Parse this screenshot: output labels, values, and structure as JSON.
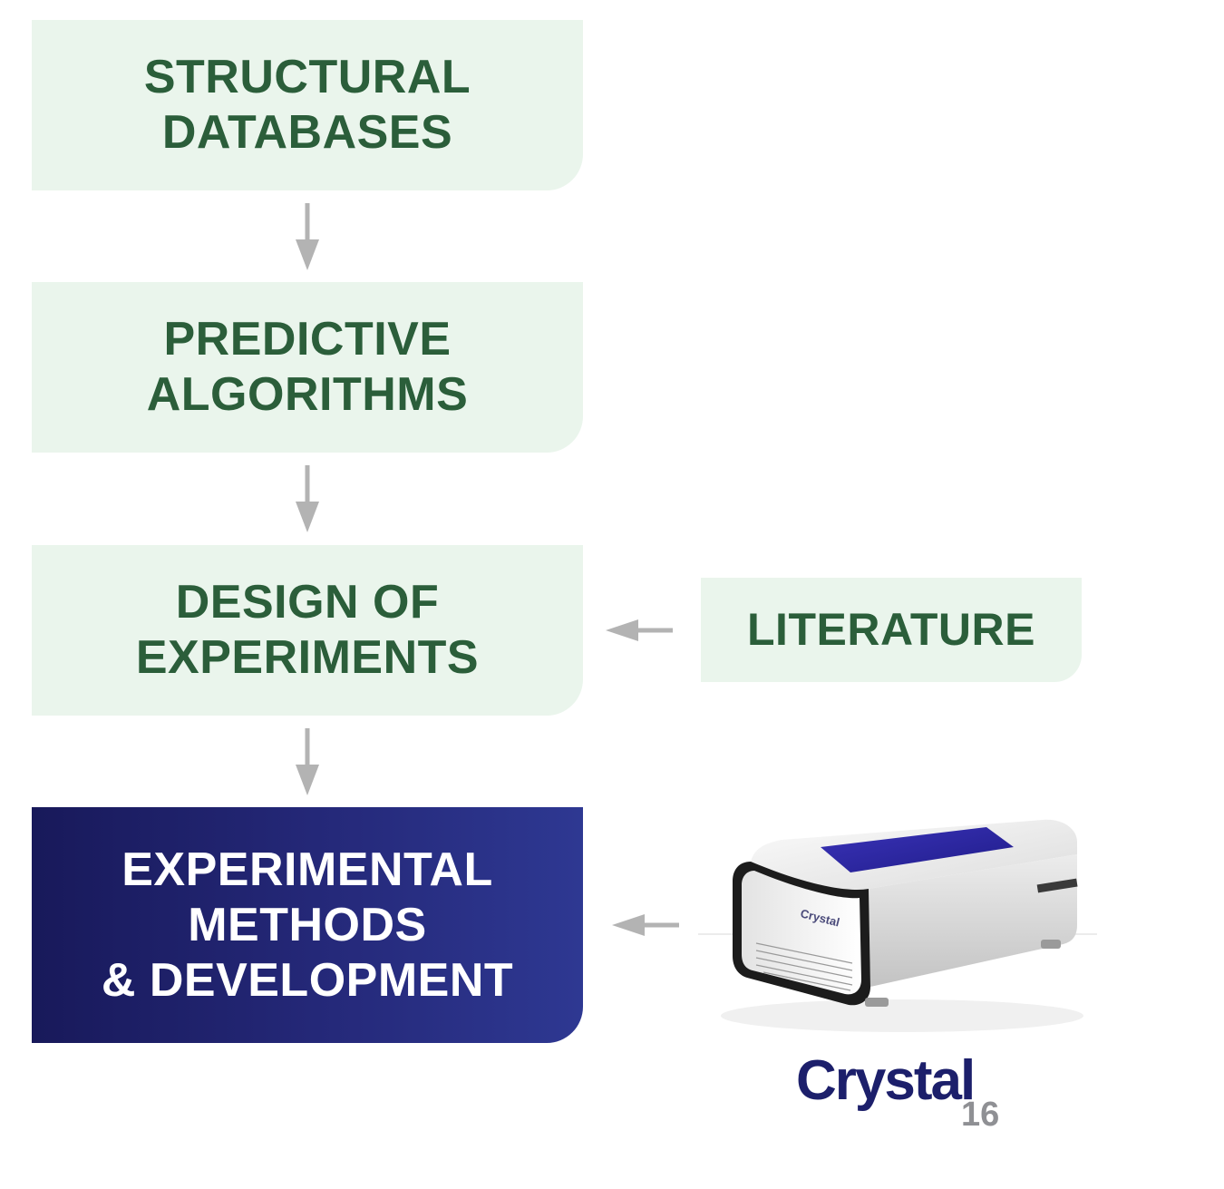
{
  "boxes": {
    "structural": {
      "lines": [
        "STRUCTURAL",
        "DATABASES"
      ]
    },
    "predictive": {
      "lines": [
        "PREDICTIVE",
        "ALGORITHMS"
      ]
    },
    "design": {
      "lines": [
        "DESIGN OF",
        "EXPERIMENTS"
      ]
    },
    "experimental": {
      "lines": [
        "EXPERIMENTAL",
        "METHODS",
        "& DEVELOPMENT"
      ]
    },
    "literature": {
      "label": "LITERATURE"
    }
  },
  "device": {
    "front_label": "Crystal",
    "logo": {
      "word": "Crystal",
      "number": "16"
    }
  },
  "colors": {
    "light_box": "#eaf5ec",
    "light_text": "#2b5e3a",
    "dark_box": "#25297a",
    "arrow": "#b3b3b3",
    "logo_word": "#1c1f6b",
    "logo_number": "#8f9094"
  }
}
